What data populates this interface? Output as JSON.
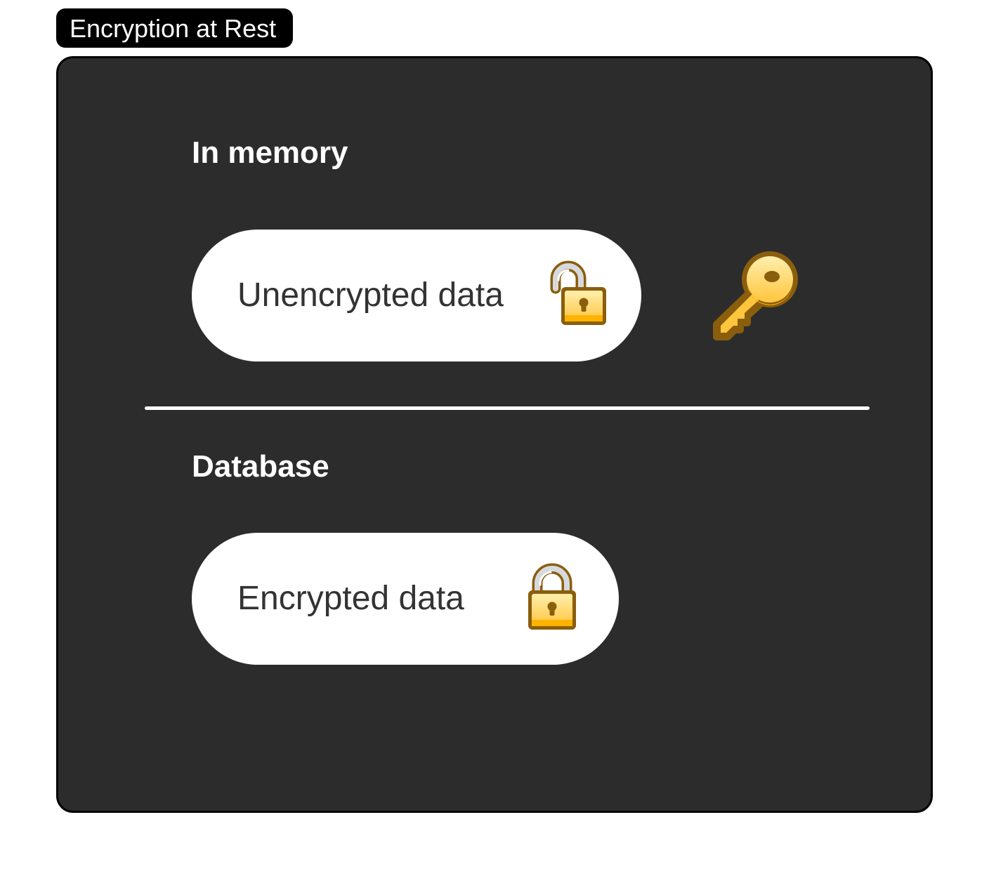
{
  "title": "Encryption at Rest",
  "sections": [
    {
      "heading": "In memory",
      "item": {
        "label": "Unencrypted data",
        "icon": "unlocked-padlock-icon"
      }
    },
    {
      "heading": "Database",
      "item": {
        "label": "Encrypted data",
        "icon": "locked-padlock-icon"
      }
    }
  ],
  "key_icon": "key-icon",
  "colors": {
    "panel_background": "#2c2c2c",
    "title_background": "#000000",
    "pill_background": "#ffffff",
    "icon_gold": "#ffc83d",
    "icon_outline": "#8a5e0c"
  }
}
